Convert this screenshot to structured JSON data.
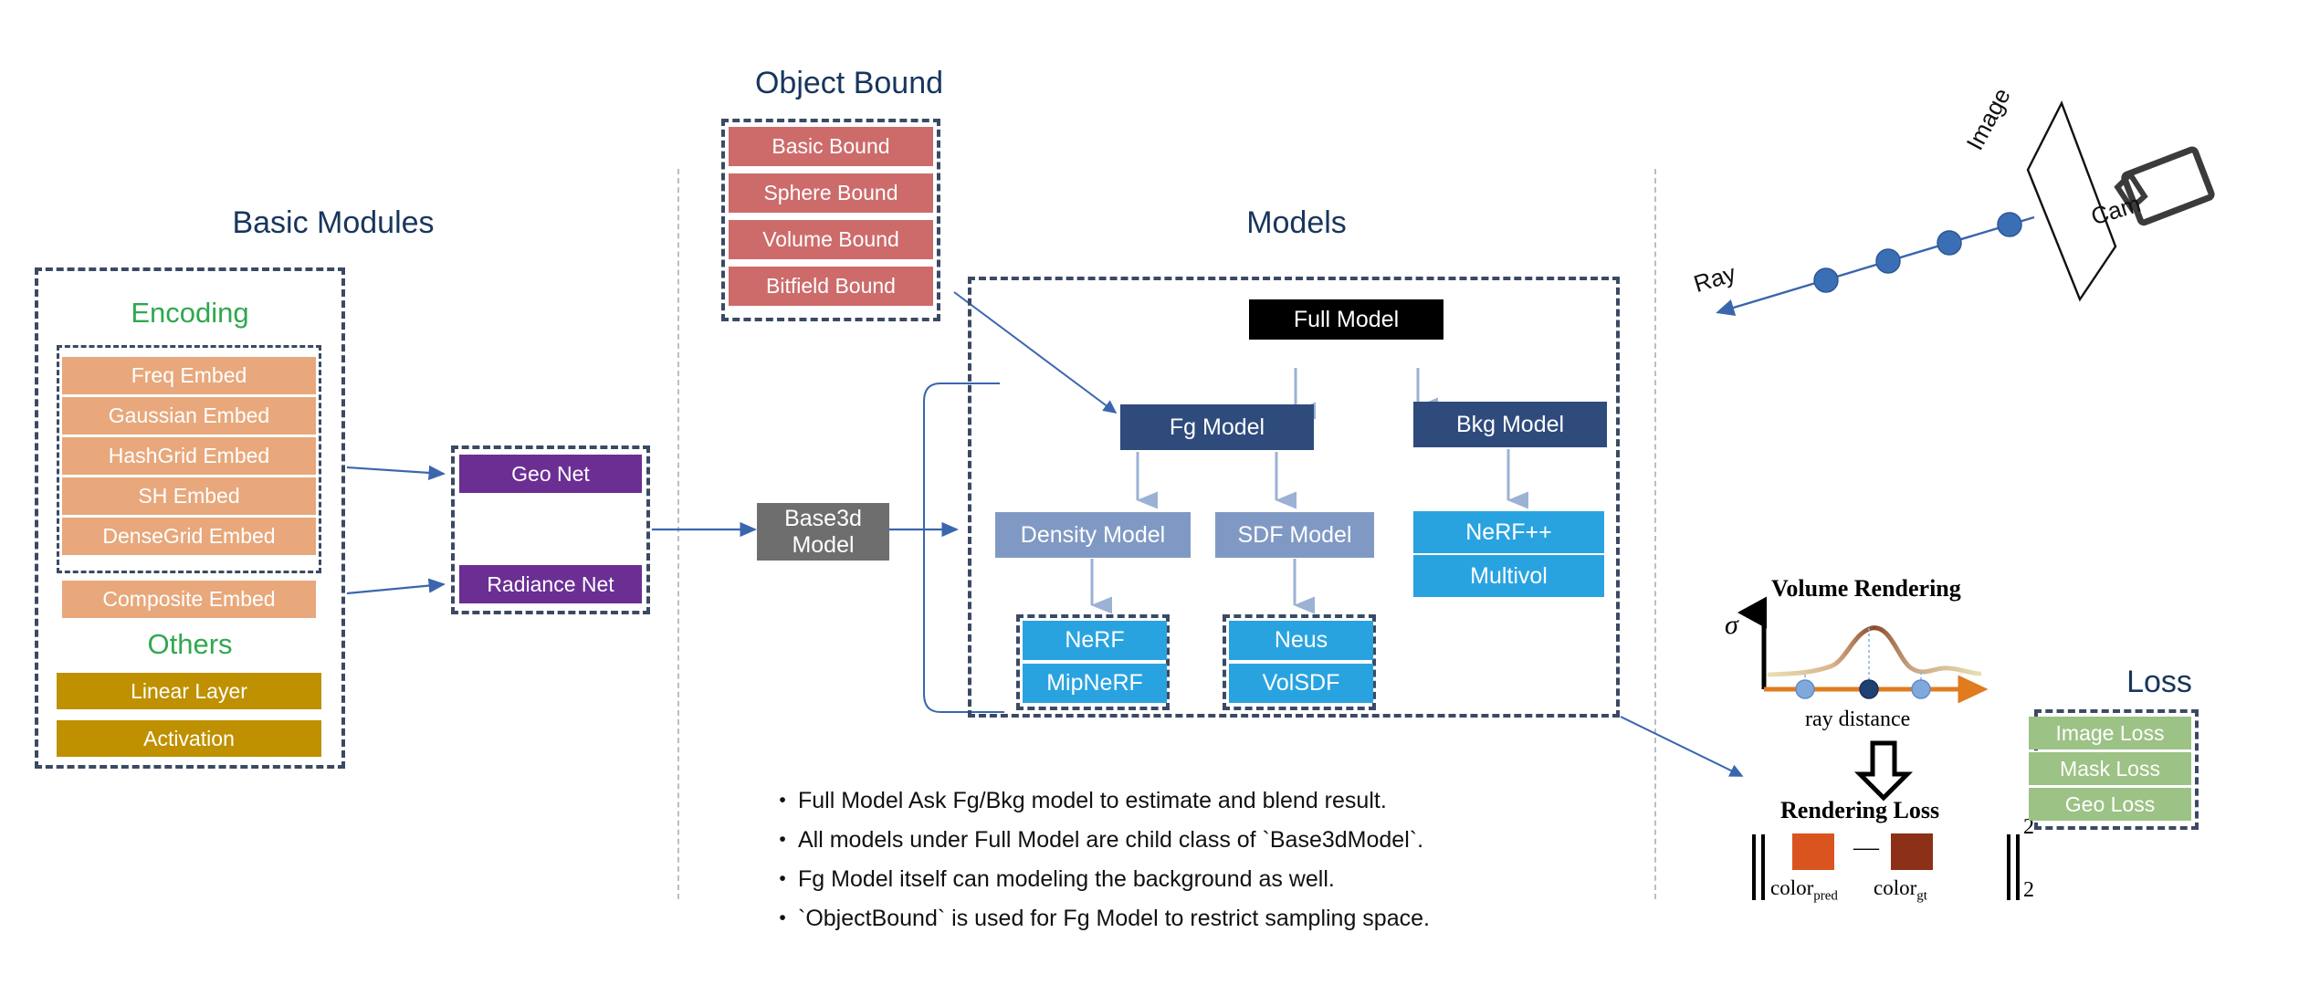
{
  "sections": {
    "basic_modules": {
      "title": "Basic Modules",
      "encoding": {
        "title": "Encoding",
        "items": [
          "Freq Embed",
          "Gaussian Embed",
          "HashGrid Embed",
          "SH Embed",
          "DenseGrid Embed"
        ],
        "extra": "Composite Embed"
      },
      "others": {
        "title": "Others",
        "items": [
          "Linear Layer",
          "Activation"
        ]
      }
    },
    "nets": {
      "items": [
        "Geo Net",
        "Radiance Net"
      ]
    },
    "object_bound": {
      "title": "Object Bound",
      "items": [
        "Basic Bound",
        "Sphere Bound",
        "Volume Bound",
        "Bitfield Bound"
      ]
    },
    "base3d": {
      "line1": "Base3d",
      "line2": "Model"
    },
    "models": {
      "title": "Models",
      "full_model": "Full Model",
      "fg_model": "Fg Model",
      "bkg_model": "Bkg Model",
      "density_model": "Density Model",
      "sdf_model": "SDF Model",
      "density_children": [
        "NeRF",
        "MipNeRF"
      ],
      "sdf_children": [
        "Neus",
        "VolSDF"
      ],
      "bkg_children": [
        "NeRF++",
        "Multivol"
      ]
    },
    "notes": {
      "bullet_glyph": "•",
      "items": [
        "Full Model Ask Fg/Bkg model to estimate and blend result.",
        "All models under Full Model are child class of `Base3dModel`.",
        "Fg Model itself can modeling the background as well.",
        "`ObjectBound` is used for Fg Model to restrict sampling space."
      ]
    },
    "camera_scene": {
      "ray_label": "Ray",
      "image_label": "Image",
      "cam_label": "Cam"
    },
    "volume_rendering": {
      "title": "Volume Rendering",
      "y_axis_label": "σ",
      "x_axis_label": "ray distance",
      "arrow_glyph": "⇩"
    },
    "rendering_loss": {
      "title": "Rendering Loss",
      "minus": "—",
      "norm_superscript": "2",
      "norm_subscript": "2",
      "pred_label_base": "color",
      "pred_label_sub": "pred",
      "gt_label_base": "color",
      "gt_label_sub": "gt"
    },
    "loss": {
      "title": "Loss",
      "items": [
        "Image Loss",
        "Mask Loss",
        "Geo Loss"
      ]
    }
  },
  "colors": {
    "title_navy": "#17365d",
    "group_green": "#2fa84f",
    "dash_border": "#3b4a63",
    "separator": "#b9bfc7",
    "embed_orange": "#e8a87c",
    "others_gold": "#bf9000",
    "net_purple": "#6b2f94",
    "bound_red": "#cd6b6b",
    "loss_green": "#9cc285",
    "base3d_gray": "#6e6e6e",
    "full_model_black": "#000000",
    "model_navy": "#2e4b7c",
    "model_steel": "#8099c4",
    "model_cyan": "#29a3e0",
    "arrow_blue": "#3a66ae",
    "arrow_light": "#9bb2d4",
    "color_pred_swatch": "#d9541e",
    "color_gt_swatch": "#8c3118",
    "axis_orange": "#e07b1e",
    "dot_light": "#7fa9dd",
    "dot_dark": "#1f4172"
  }
}
